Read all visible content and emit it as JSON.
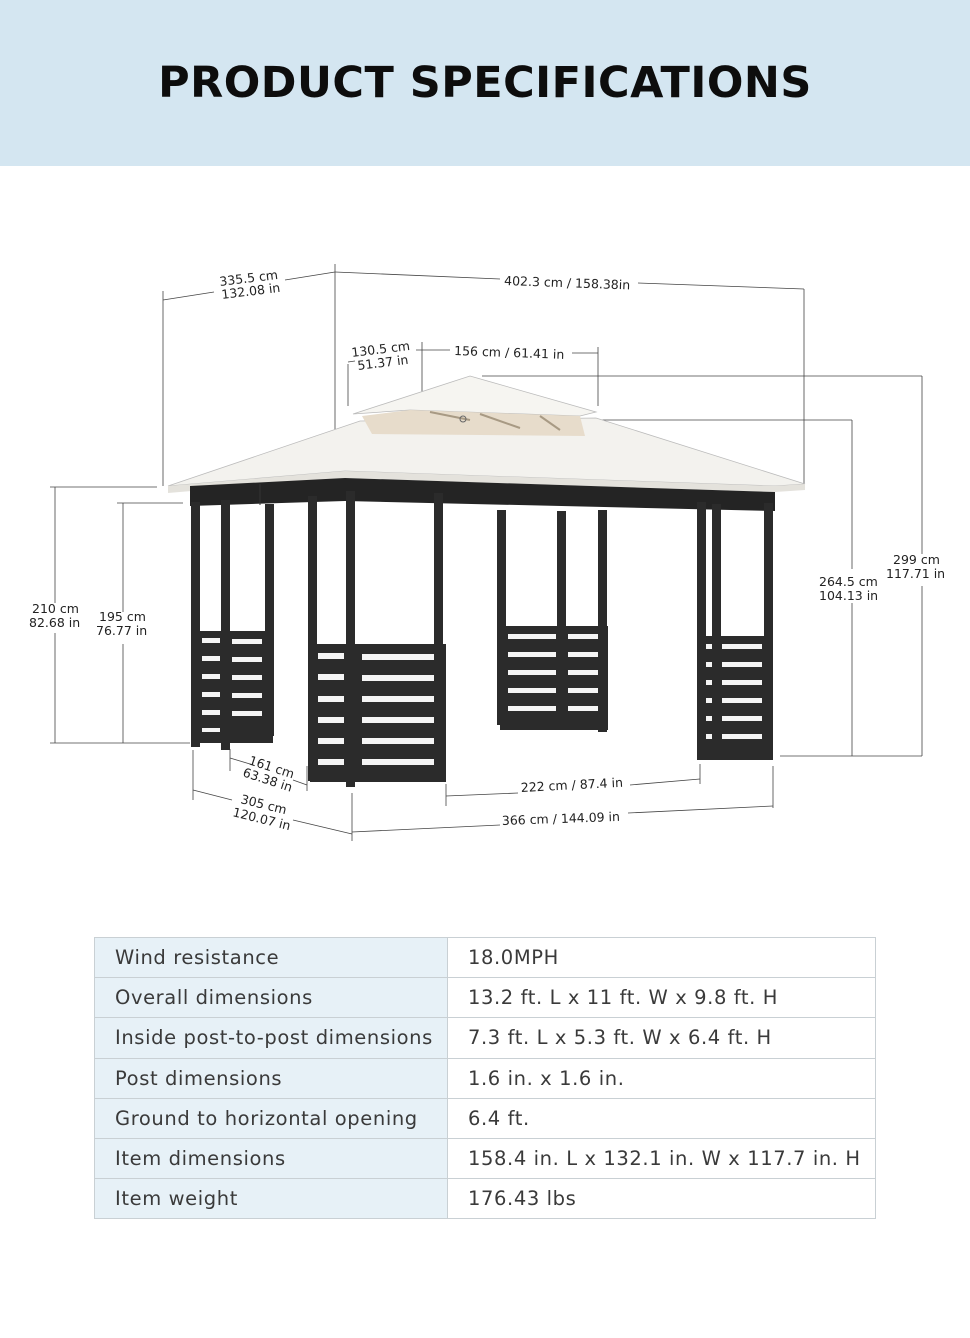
{
  "header": {
    "title": "PRODUCT SPECIFICATIONS"
  },
  "dimensions": {
    "depth_top_cm": "335.5 cm",
    "depth_top_in": "132.08 in",
    "length_top": "402.3 cm / 158.38in",
    "vent_depth_cm": "130.5 cm",
    "vent_depth_in": "51.37 in",
    "vent_length": "156 cm / 61.41 in",
    "height_total_cm": "299 cm",
    "height_total_in": "117.71 in",
    "height_eave_cm": "264.5 cm",
    "height_eave_in": "104.13 in",
    "height_side_cm": "210 cm",
    "height_side_in": "82.68 in",
    "height_opening_cm": "195 cm",
    "height_opening_in": "76.77 in",
    "side_post_cm": "161 cm",
    "side_post_in": "63.38 in",
    "inner_length": "222 cm / 87.4 in",
    "base_depth_cm": "305 cm",
    "base_depth_in": "120.07 in",
    "base_length": "366 cm / 144.09 in"
  },
  "colors": {
    "header_bg": "#d4e6f1",
    "frame": "#2b2b2b",
    "canopy": "#f3f2ee",
    "label_cell_bg": "#e7f1f7"
  },
  "specs": [
    {
      "label": "Wind resistance",
      "value": "18.0MPH"
    },
    {
      "label": "Overall dimensions",
      "value": "13.2 ft. L x 11 ft. W x 9.8 ft. H"
    },
    {
      "label": "Inside post-to-post dimensions",
      "value": "7.3 ft. L x 5.3 ft. W x 6.4 ft. H"
    },
    {
      "label": "Post dimensions",
      "value": "1.6 in. x 1.6 in."
    },
    {
      "label": "Ground to horizontal opening",
      "value": "6.4 ft."
    },
    {
      "label": "Item dimensions",
      "value": "158.4 in. L x 132.1 in. W x 117.7 in. H"
    },
    {
      "label": "Item weight",
      "value": "176.43 lbs"
    }
  ]
}
